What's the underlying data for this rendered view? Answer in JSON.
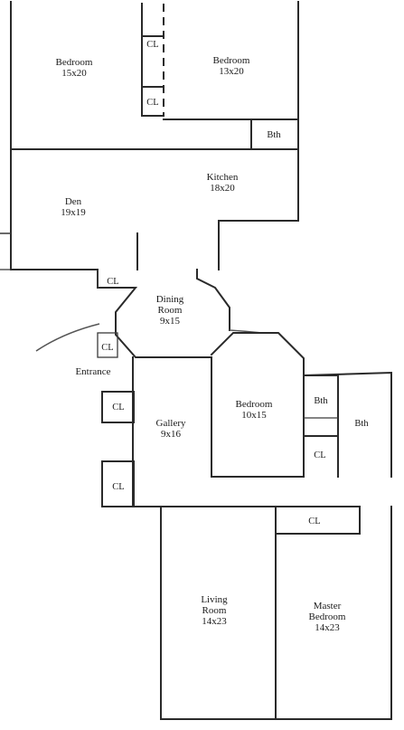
{
  "rooms": {
    "bedroom_nw": {
      "name": "Bedroom",
      "size": "15x20"
    },
    "bedroom_ne": {
      "name": "Bedroom",
      "size": "13x20"
    },
    "kitchen": {
      "name": "Kitchen",
      "size": "18x20"
    },
    "den": {
      "name": "Den",
      "size": "19x19"
    },
    "dining": {
      "name": "Dining",
      "name2": "Room",
      "size": "9x15"
    },
    "bedroom_mid": {
      "name": "Bedroom",
      "size": "10x15"
    },
    "gallery": {
      "name": "Gallery",
      "size": "9x16"
    },
    "living": {
      "name": "Living",
      "name2": "Room",
      "size": "14x23"
    },
    "master": {
      "name": "Master",
      "name2": "Bedroom",
      "size": "14x23"
    }
  },
  "labels": {
    "closet": "CL",
    "bath": "Bth",
    "entrance": "Entrance"
  }
}
